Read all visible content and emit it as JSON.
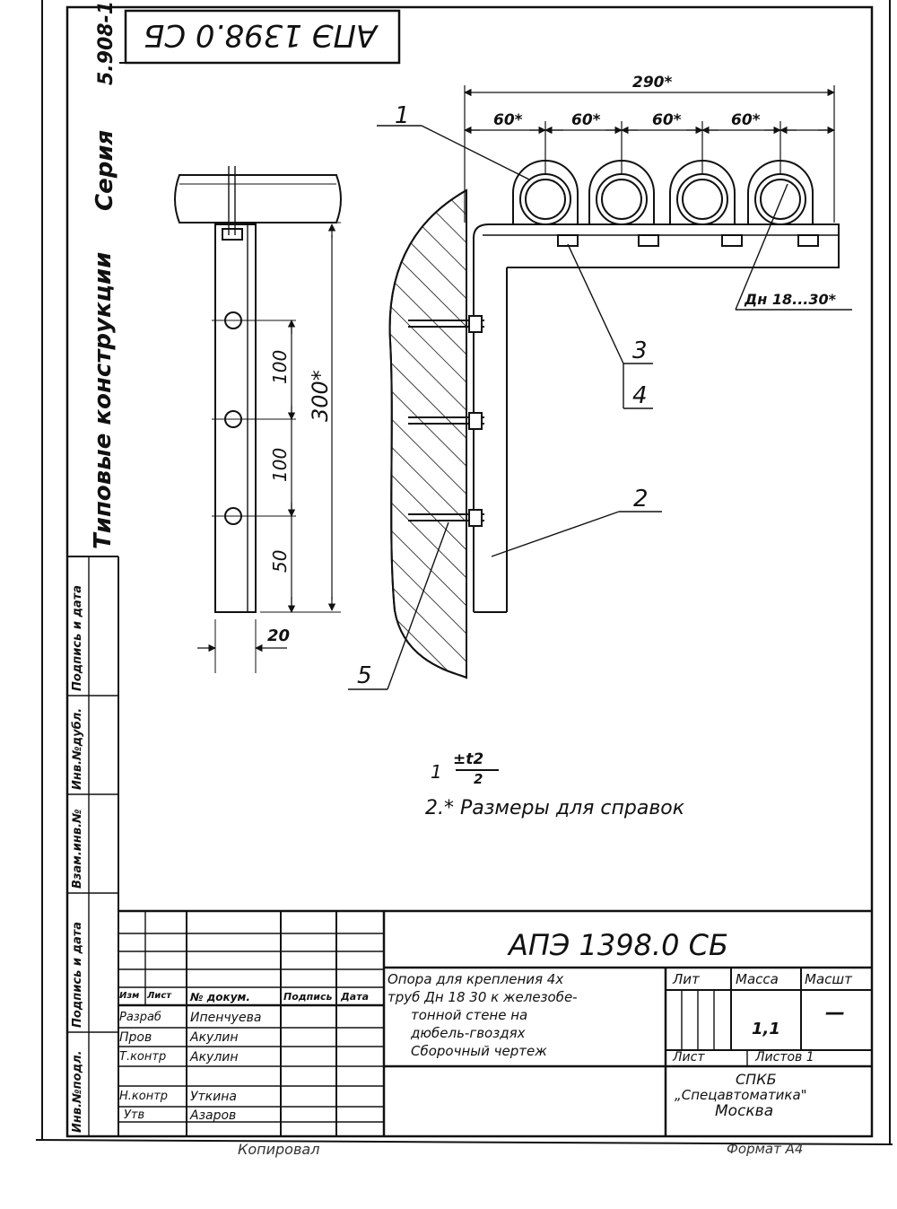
{
  "stamp_code": "АПЭ 1398.0 СБ",
  "side": {
    "series_value": "5.908-1",
    "series_label": "Серия",
    "series_title": "Типовые конструкции",
    "col_podpis_data_1": "Подпись и дата",
    "col_inv_dubl": "Инв.№дубл.",
    "col_vzam_inv": "Взам.инв.№",
    "col_podpis_data_2": "Подпись и дата",
    "col_inv_podl": "Инв.№подл."
  },
  "drawing": {
    "dim_290": "290*",
    "dim_60_1": "60*",
    "dim_60_2": "60*",
    "dim_60_3": "60*",
    "dim_60_4": "60*",
    "dim_dn": "Дн 18...30*",
    "dim_300": "300*",
    "dim_100_a": "100",
    "dim_100_b": "100",
    "dim_50": "50",
    "dim_20": "20",
    "pos_1": "1",
    "pos_2": "2",
    "pos_3": "3",
    "pos_4": "4",
    "pos_5": "5"
  },
  "notes": {
    "note1_prefix": "1",
    "note1_num": "±t2",
    "note1_den": "2",
    "note2": "2.* Размеры для справок"
  },
  "title_block": {
    "doc_code": "АПЭ 1398.0 СБ",
    "hdr_izm": "Изм",
    "hdr_list": "Лист",
    "hdr_ndokum": "№ докум.",
    "hdr_podpis": "Подпись",
    "hdr_data": "Дата",
    "r_razrab": "Разраб",
    "n_razrab": "Ипенчуева",
    "r_prov": "Пров",
    "n_prov": "Акулин",
    "r_tkontr": "Т.контр",
    "n_tkontr": "Акулин",
    "r_nkontr": "Н.контр",
    "n_nkontr": "Уткина",
    "r_utv": "Утв",
    "n_utv": "Азаров",
    "desc_1": "Опора для крепления 4х",
    "desc_2": "труб Дн 18 30 к железобе-",
    "desc_3": "тонной стене на",
    "desc_4": "дюбель-гвоздях",
    "desc_5": "Сборочный чертеж",
    "lit_label": "Лит",
    "mass_label": "Масса",
    "scale_label": "Масшт",
    "mass_value": "1,1",
    "scale_value": "—",
    "sheet_label": "Лист",
    "sheets_label": "Листов 1",
    "org_1": "СПКБ",
    "org_2": "„Спецавтоматика\"",
    "org_3": "Москва"
  },
  "footer": {
    "copied": "Копировал",
    "format": "Формат А4"
  }
}
